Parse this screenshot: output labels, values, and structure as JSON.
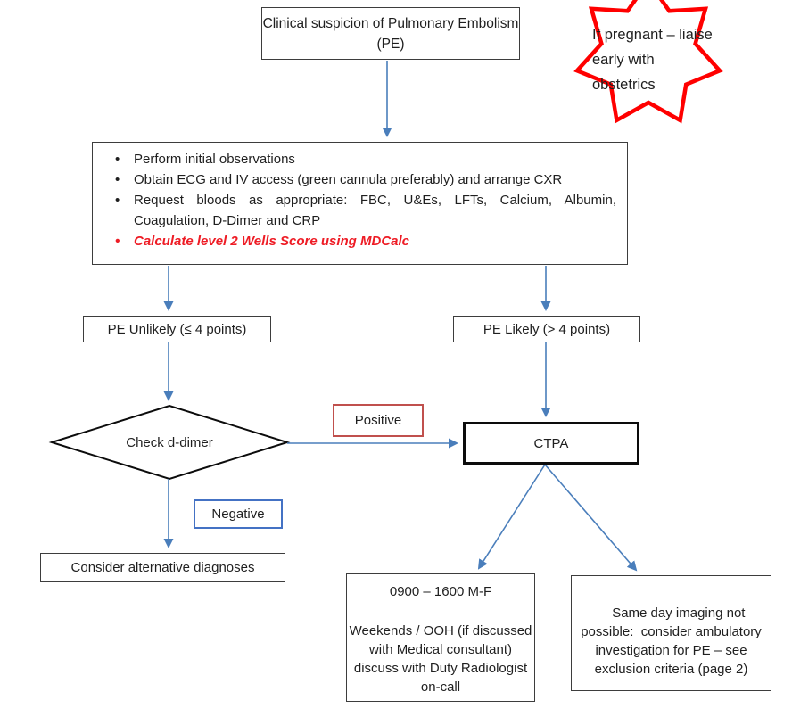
{
  "page": {
    "background": "#ffffff"
  },
  "colors": {
    "arrow_blue": "#4a7ebb",
    "star_red": "#ff0000",
    "positive_border_red": "#c0504d",
    "negative_border_blue": "#4472c4",
    "alert_text_red": "#ee1c25",
    "box_border": "#3d3d3d",
    "text": "#1f1f1f"
  },
  "nodes": {
    "clinical_suspicion": {
      "text": "Clinical suspicion of Pulmonary Embolism (PE)"
    },
    "pregnant_alert": {
      "text": "If pregnant – liaise early with obstetrics"
    },
    "initial_actions": {
      "bullets": [
        {
          "text": "Perform initial observations"
        },
        {
          "text": "Obtain ECG and IV access (green cannula preferably) and arrange CXR"
        },
        {
          "line1": "Request bloods as appropriate: FBC, U&Es, LFTs, Calcium, Albumin,",
          "line2": "Coagulation, D-Dimer and CRP"
        },
        {
          "text": "Calculate level 2 Wells Score using MDCalc"
        }
      ]
    },
    "pe_unlikely": {
      "text": "PE Unlikely (≤ 4 points)"
    },
    "pe_likely": {
      "text": "PE Likely (> 4 points)"
    },
    "check_ddimer": {
      "text": "Check d-dimer"
    },
    "positive_label": {
      "text": "Positive"
    },
    "negative_label": {
      "text": "Negative"
    },
    "ctpa": {
      "text": "CTPA"
    },
    "consider_alternative": {
      "text": "Consider alternative diagnoses"
    },
    "radiology_hours": {
      "line1": "0900 – 1600 M-F",
      "line2": "Weekends / OOH (if discussed with Medical consultant) discuss with Duty Radiologist on-call"
    },
    "same_day": {
      "text": "Same day imaging not possible:  consider ambulatory investigation for PE – see exclusion criteria (page 2)"
    }
  }
}
